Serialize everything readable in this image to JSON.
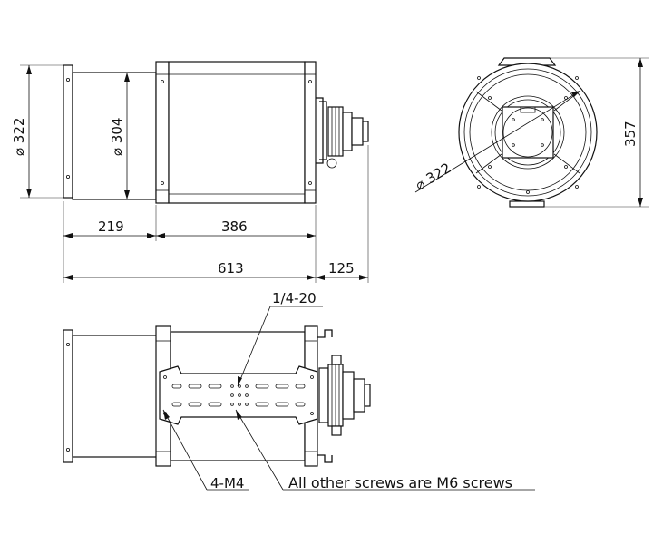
{
  "dimensions": {
    "outer_diameter": "322",
    "inner_diameter": "304",
    "front_section_length": "219",
    "body_section_length": "386",
    "total_length": "613",
    "lens_length": "125",
    "end_view_height": "357",
    "end_view_diameter": "322"
  },
  "annotations": {
    "tripod_thread": "1/4-20",
    "mount_screws": "4-M4",
    "screw_note": "All other screws are M6 screws"
  }
}
